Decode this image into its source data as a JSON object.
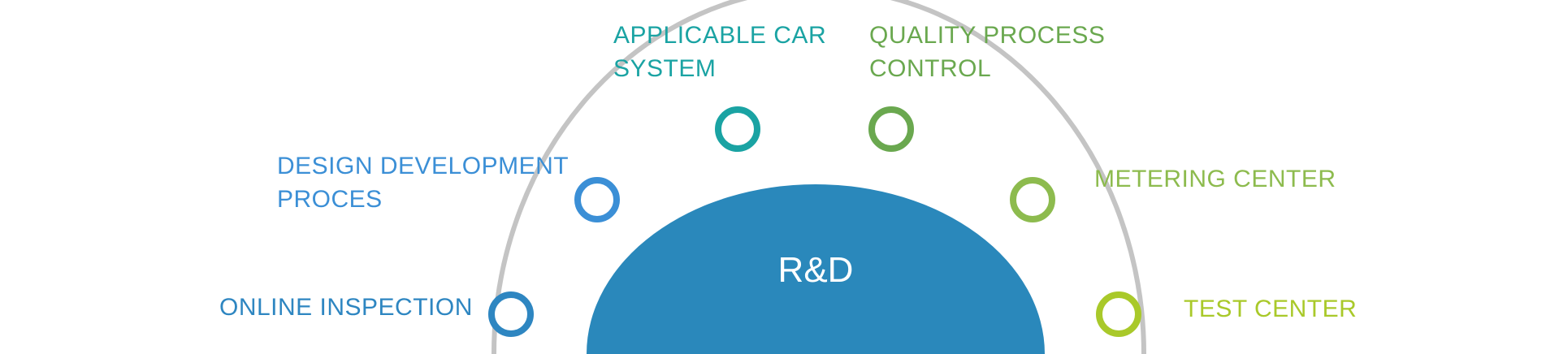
{
  "diagram": {
    "center_label": "R&D",
    "colors": {
      "center_fill": "#2a88bb",
      "arc": "#c4c4c4",
      "center_text": "#ffffff"
    },
    "nodes": [
      {
        "lines": [
          "ONLINE INSPECTION"
        ],
        "color": "#2e86c1"
      },
      {
        "lines": [
          "DESIGN DEVELOPMENT",
          "PROCES"
        ],
        "color": "#3b8fd6"
      },
      {
        "lines": [
          "APPLICABLE CAR",
          "SYSTEM"
        ],
        "color": "#1aa3a3"
      },
      {
        "lines": [
          "QUALITY PROCESS",
          "CONTROL"
        ],
        "color": "#6aa84f"
      },
      {
        "lines": [
          "METERING CENTER"
        ],
        "color": "#8dbb4e"
      },
      {
        "lines": [
          "TEST CENTER"
        ],
        "color": "#a9c92a"
      }
    ]
  }
}
